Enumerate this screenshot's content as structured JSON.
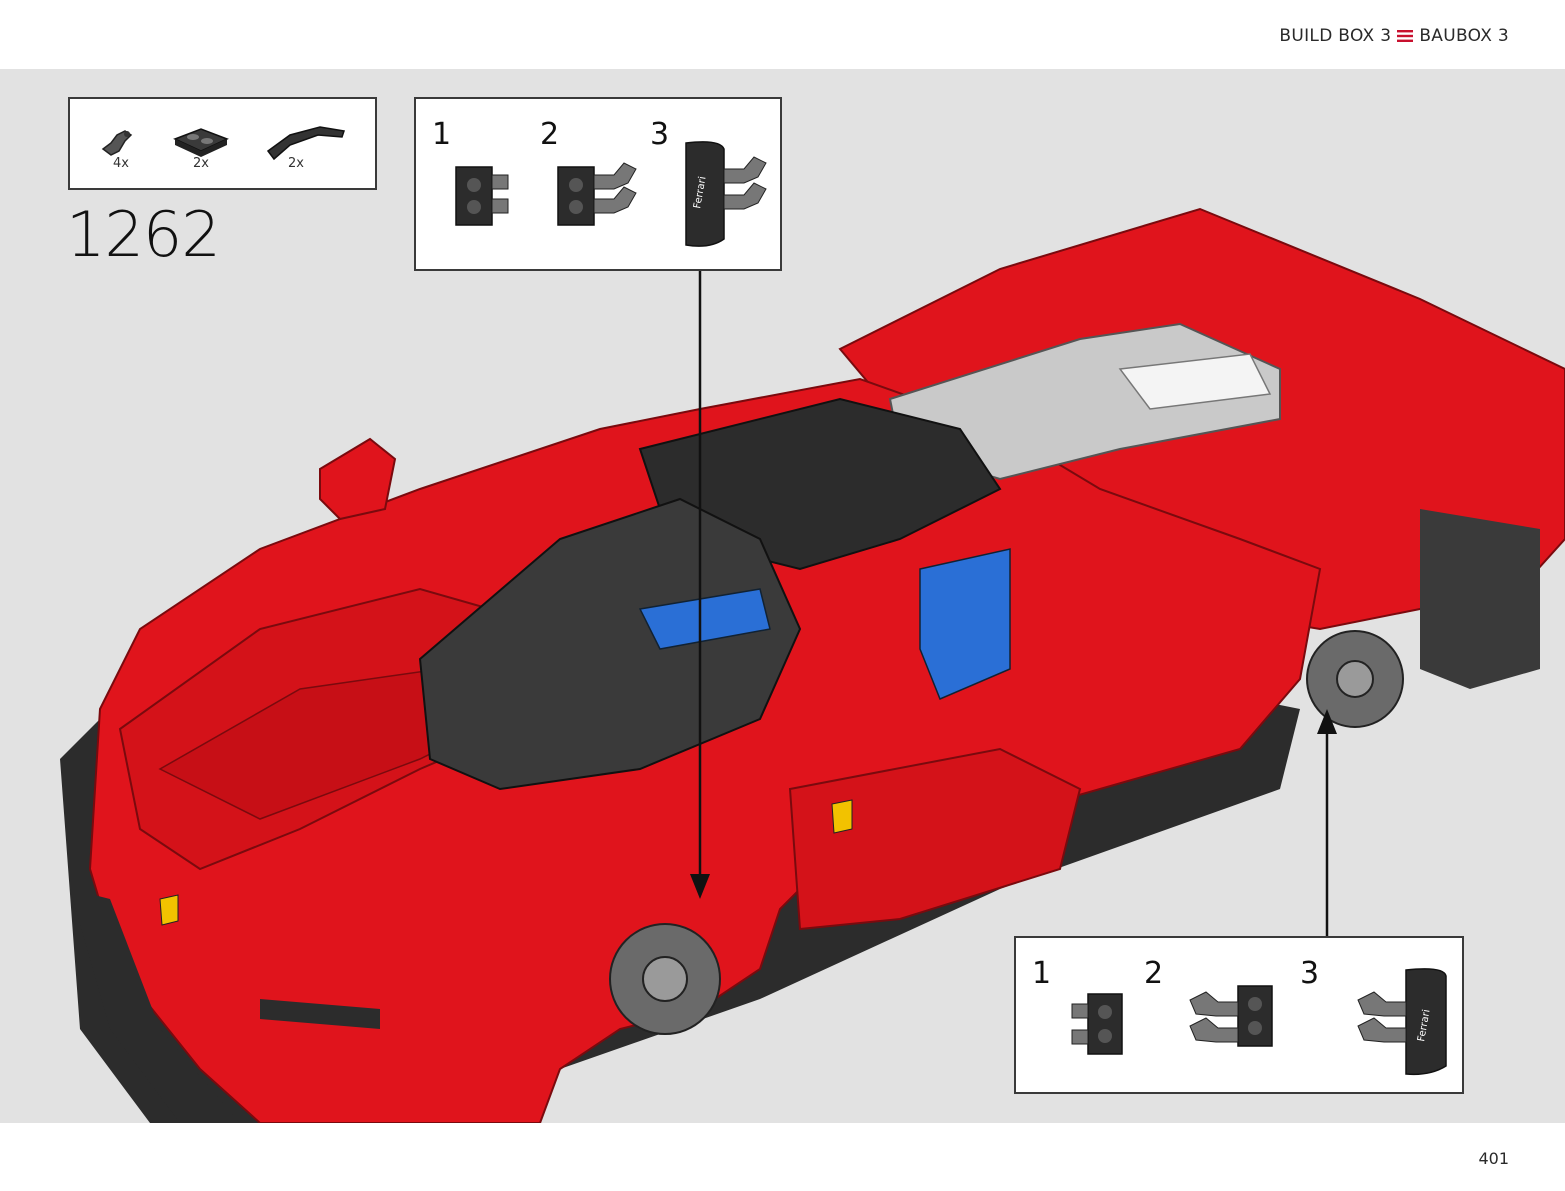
{
  "header": {
    "box_label_en": "BUILD BOX 3",
    "box_label_de": "BAUBOX 3",
    "accent_color": "#c8102e"
  },
  "parts_list": [
    {
      "icon": "bent-connector-part",
      "qty": "4x"
    },
    {
      "icon": "plate-with-clips-part",
      "qty": "2x"
    },
    {
      "icon": "curved-panel-part",
      "qty": "2x"
    }
  ],
  "step_number": "1262",
  "callout_top": {
    "steps": [
      "1",
      "2",
      "3"
    ]
  },
  "callout_bottom": {
    "steps": [
      "1",
      "2",
      "3"
    ]
  },
  "panel_logo_text": "Ferrari",
  "page_number": "401",
  "colors": {
    "car_red": "#e0141c",
    "dark_grey": "#2c2c2c",
    "light_grey": "#c9c9c9",
    "blue": "#2a6fd6",
    "background": "#e2e2e2"
  }
}
